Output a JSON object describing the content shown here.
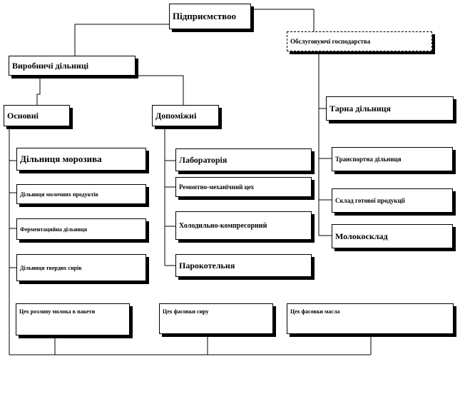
{
  "nodes": {
    "enterprise": "Підприємствоо",
    "service": "Обслуговуючі господарства",
    "production": "Виробничі дільниці",
    "main": "Основні",
    "auxiliary": "Допоміжні",
    "ice_cream": "Дільниця морозива",
    "dairy": "Дільниця молочних продуктів",
    "fermentation": "Ферментацийна дільниця",
    "hard_cheese": "Дільниця твердих сирів",
    "laboratory": "Лабораторія",
    "repair": "Ремонтно-механічний цех",
    "refrigeration": "Холодильно-компресорний",
    "boiler": "Парокотельня",
    "container": "Тарна дільниця",
    "transport": "Транспортна дільниця",
    "warehouse": "Склад готової продукції",
    "milk_storage": "Молокосклад",
    "milk_bottling": "Цех розливу молока в пакети",
    "cheese_packing": "Цех фасовки сиру",
    "butter_packing": "Цех фасовки масла"
  }
}
